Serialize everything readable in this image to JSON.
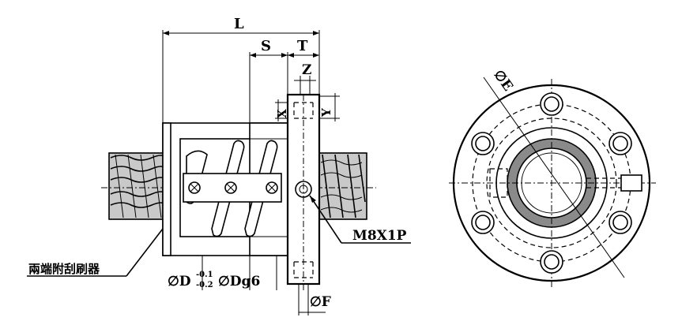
{
  "labels": {
    "L": "L",
    "S": "S",
    "T": "T",
    "Z": "Z",
    "X": "X",
    "Y": "Y",
    "phiE": "∅E",
    "phiF": "∅F",
    "phiD": "∅D",
    "d_upper": "-0.1",
    "d_lower": "-0.2",
    "phiDg6": "∅Dg6",
    "thread": "M8X1P",
    "wiper": "兩端附刮刷器"
  }
}
